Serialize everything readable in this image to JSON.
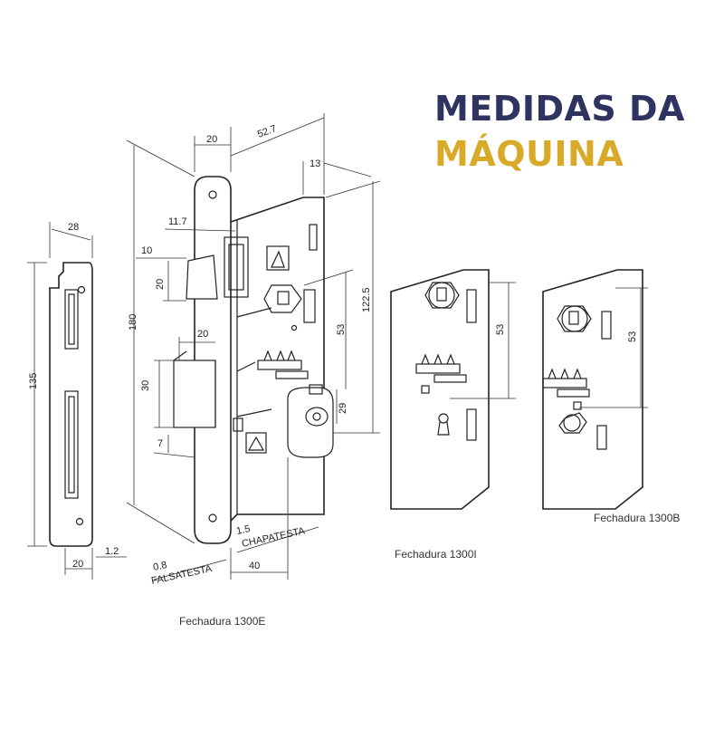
{
  "heading": {
    "line1": "MEDIDAS DA",
    "line2": "MÁQUINA",
    "colors": {
      "line1": "#2e3360",
      "line2": "#d9a928"
    }
  },
  "captions": {
    "lock_e": "Fechadura 1300E",
    "lock_i": "Fechadura 1300I",
    "lock_b": "Fechadura 1300B"
  },
  "dimensions": {
    "strike_width": "28",
    "strike_height": "135",
    "strike_base": "20",
    "strike_thickness": "1.2",
    "faceplate_width": "20",
    "total_depth": "52.7",
    "offset_13": "13",
    "latch_11_7": "11.7",
    "latch_10": "10",
    "latch_20": "20",
    "height_180": "180",
    "height_122_5": "122.5",
    "spacing_53": "53",
    "bolt_20": "20",
    "bolt_30": "30",
    "cyl_29": "29",
    "bolt_7": "7",
    "backset_40": "40",
    "falsatesta_value": "0.8",
    "falsatesta_label": "FALSATESTA",
    "chapatesta_value": "1.5",
    "chapatesta_label": "CHAPATESTA",
    "spacing_53_i": "53",
    "spacing_53_b": "53"
  }
}
